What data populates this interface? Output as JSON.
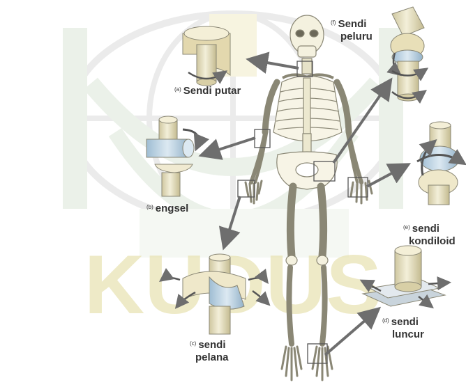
{
  "watermark": {
    "text": "KUDUS",
    "color": "#e8e2b0"
  },
  "colors": {
    "bone": "#f4f1df",
    "bone_stroke": "#8a8775",
    "joint_cream": "#ece6c6",
    "joint_blue": "#b9d2e4",
    "arrow": "#6e6e6e"
  },
  "labels": {
    "a": {
      "letter": "(a)",
      "text": "Sendi putar"
    },
    "b": {
      "letter": "(b)",
      "text": "engsel"
    },
    "c": {
      "letter": "(c)",
      "line1": "sendi",
      "line2": "pelana"
    },
    "d": {
      "letter": "(d)",
      "line1": "sendi",
      "line2": "luncur"
    },
    "e": {
      "letter": "(e)",
      "line1": "sendi",
      "line2": "kondiloid"
    },
    "f": {
      "letter": "(f)",
      "line1": "Sendi",
      "line2": "peluru"
    }
  }
}
